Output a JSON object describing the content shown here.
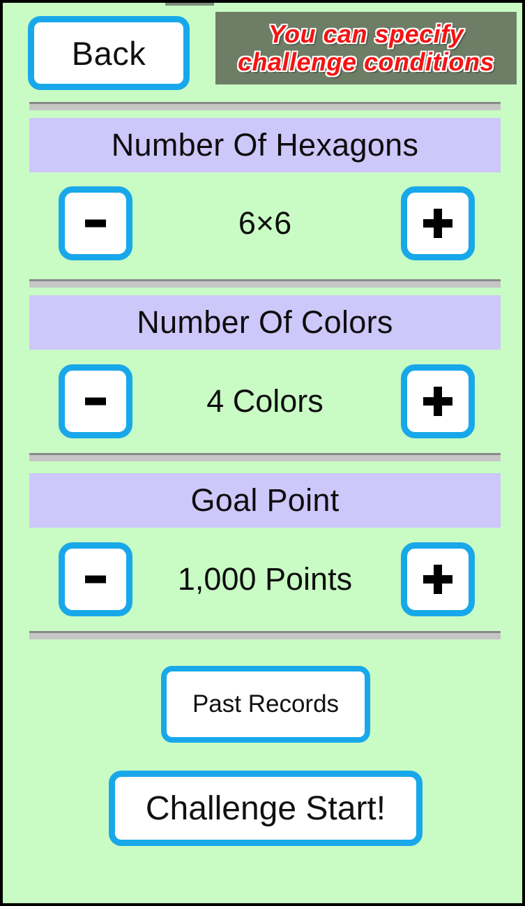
{
  "window": {
    "background_color": "#c9fcc4",
    "border_color": "#000000"
  },
  "header": {
    "back_label": "Back",
    "banner": {
      "background_color": "#6e7d66",
      "text_color": "#f41414",
      "outline_color": "#ffffff",
      "line1": "You can specify",
      "line2": "challenge conditions"
    }
  },
  "theme": {
    "accent_border": "#18a8ea",
    "section_header_bg": "#cdc7fa",
    "divider_dark": "#8a8a8a",
    "divider_light": "#c6c6c6",
    "button_face": "#ffffff"
  },
  "settings": [
    {
      "id": "hexagons",
      "title": "Number Of Hexagons",
      "value": "6×6",
      "decrement_label": "-",
      "increment_label": "+"
    },
    {
      "id": "colors",
      "title": "Number Of Colors",
      "value": "4 Colors",
      "decrement_label": "-",
      "increment_label": "+"
    },
    {
      "id": "goal-point",
      "title": "Goal Point",
      "value": "1,000 Points",
      "decrement_label": "-",
      "increment_label": "+"
    }
  ],
  "actions": {
    "past_records_label": "Past Records",
    "challenge_start_label": "Challenge Start!"
  }
}
